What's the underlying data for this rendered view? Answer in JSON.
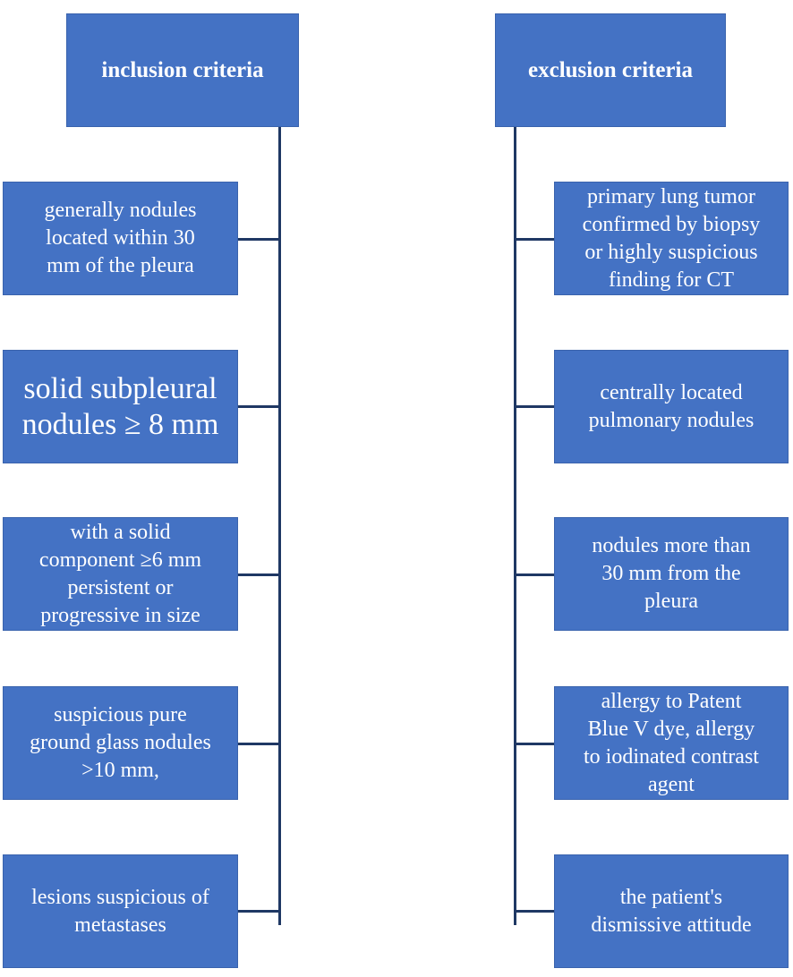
{
  "inclusion": {
    "title": "inclusion criteria",
    "items": [
      "generally nodules\nlocated within 30\nmm of the pleura",
      "solid subpleural\nnodules ≥ 8 mm",
      "with a solid\ncomponent  ≥6 mm\npersistent or\nprogressive in size",
      "suspicious pure\nground glass nodules\n>10 mm,",
      "lesions suspicious of\nmetastases"
    ]
  },
  "exclusion": {
    "title": "exclusion criteria",
    "items": [
      "primary lung tumor\nconfirmed by biopsy\nor highly suspicious\nfinding for CT",
      "centrally located\npulmonary nodules",
      "nodules more than\n30 mm from the\npleura",
      "allergy to Patent\nBlue V dye, allergy\nto iodinated contrast\nagent",
      "the patient's\ndismissive attitude"
    ]
  },
  "colors": {
    "box_fill": "#4472C4",
    "connector": "#1F3864",
    "text": "#ffffff"
  }
}
